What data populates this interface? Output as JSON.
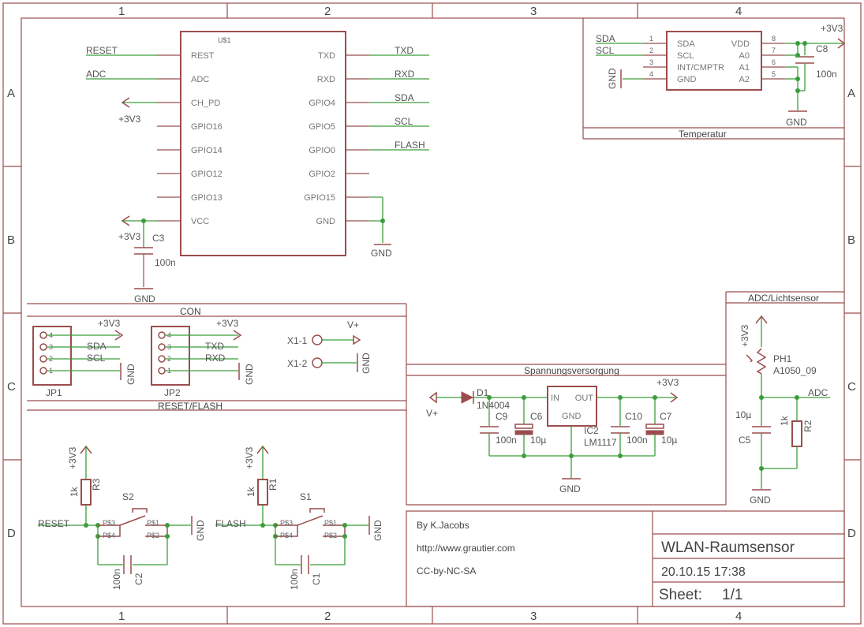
{
  "sheet": {
    "col_labels": [
      "1",
      "2",
      "3",
      "4"
    ],
    "row_labels": [
      "A",
      "B",
      "C",
      "D"
    ]
  },
  "sections": {
    "temperatur": "Temperatur",
    "con": "CON",
    "reset_flash": "RESET/FLASH",
    "spannung": "Spannungsversorgung",
    "adc_licht": "ADC/Lichtsensor"
  },
  "esp": {
    "name": "U$1",
    "left_pins": [
      "REST",
      "ADC",
      "CH_PD",
      "GPIO16",
      "GPIO14",
      "GPIO12",
      "GPIO13",
      "VCC"
    ],
    "right_pins": [
      "TXD",
      "RXD",
      "GPIO4",
      "GPIO5",
      "GPIO0",
      "GPIO2",
      "GPIO15",
      "GND"
    ],
    "left_nets": [
      "RESET",
      "ADC"
    ],
    "right_nets": [
      "TXD",
      "RXD",
      "SDA",
      "SCL",
      "FLASH"
    ]
  },
  "power": {
    "v33": "+3V3",
    "gnd": "GND",
    "vplus": "V+"
  },
  "caps": {
    "c3": {
      "name": "C3",
      "value": "100n"
    },
    "c8": {
      "name": "C8",
      "value": "100n"
    },
    "c9": {
      "name": "C9",
      "value": "100n"
    },
    "c6": {
      "name": "C6",
      "value": "10µ"
    },
    "c10": {
      "name": "C10",
      "value": "100n"
    },
    "c7": {
      "name": "C7",
      "value": "10µ"
    },
    "c5": {
      "name": "C5",
      "value": "10µ"
    },
    "c2": {
      "name": "C2",
      "value": "100n"
    },
    "c1": {
      "name": "C1",
      "value": "100n"
    }
  },
  "sensor": {
    "left_pins": [
      "SDA",
      "SCL",
      "INT/CMPTR",
      "GND"
    ],
    "right_pins": [
      "VDD",
      "A0",
      "A1",
      "A2"
    ],
    "left_nums": [
      "1",
      "2",
      "3",
      "4"
    ],
    "right_nums": [
      "8",
      "7",
      "6",
      "5"
    ],
    "left_nets": [
      "SDA",
      "SCL"
    ]
  },
  "connectors": {
    "jp1": {
      "name": "JP1",
      "nums": [
        "4",
        "3",
        "2",
        "1"
      ],
      "nets": [
        "SDA",
        "SCL"
      ]
    },
    "jp2": {
      "name": "JP2",
      "nums": [
        "4",
        "3",
        "2",
        "1"
      ],
      "nets": [
        "TXD",
        "RXD"
      ]
    },
    "x1_1": "X1-1",
    "x1_2": "X1-2"
  },
  "regulator": {
    "d1_name": "D1",
    "d1_value": "1N4004",
    "ic_in": "IN",
    "ic_out": "OUT",
    "ic_gnd": "GND",
    "ic_name": "IC2",
    "ic_value": "LM1117"
  },
  "light": {
    "ph1_name": "PH1",
    "ph1_value": "A1050_09",
    "r2_name": "R2",
    "r2_value": "1k",
    "adc_net": "ADC"
  },
  "buttons": {
    "s2": "S2",
    "s1": "S1",
    "r3_name": "R3",
    "r1_name": "R1",
    "r_value": "1k",
    "reset_net": "RESET",
    "flash_net": "FLASH",
    "pads": [
      "P$3",
      "P$1",
      "P$4",
      "P$2"
    ]
  },
  "info": {
    "author": "By K.Jacobs",
    "url": "http://www.grautier.com",
    "license": "CC-by-NC-SA",
    "title": "WLAN-Raumsensor",
    "date": "20.10.15 17:38",
    "sheet_label": "Sheet:",
    "sheet_value": "1/1"
  }
}
